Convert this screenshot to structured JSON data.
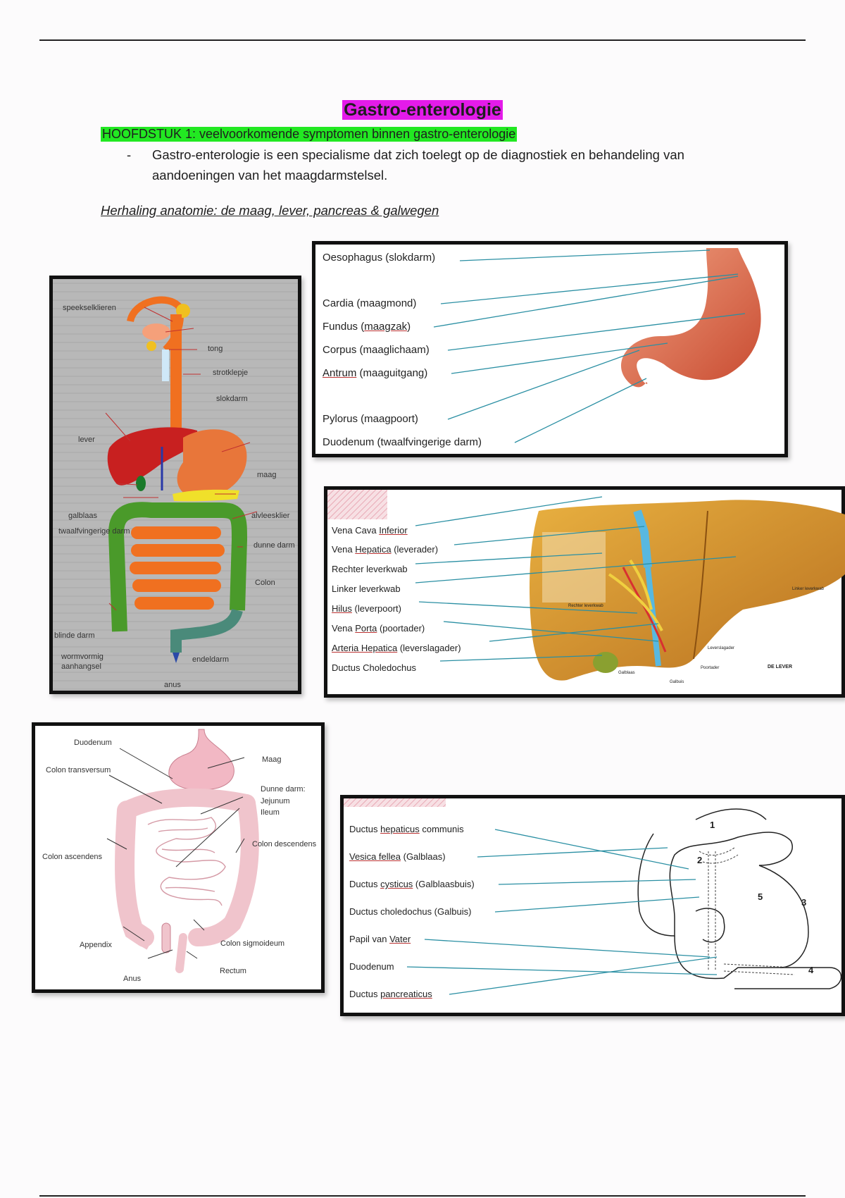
{
  "title": "Gastro-enterologie",
  "chapter": "HOOFDSTUK 1: veelvoorkomende symptomen binnen gastro-enterologie",
  "bullet": {
    "dash": "-",
    "text": "Gastro-enterologie is een specialisme dat zich toelegt op de diagnostiek en behandeling van aandoeningen van het maagdarmstelsel."
  },
  "subheading": "Herhaling anatomie: de maag, lever, pancreas & galwegen",
  "digestive": {
    "labels": [
      "speekselklieren",
      "tong",
      "strotklepje",
      "slokdarm",
      "lever",
      "maag",
      "galblaas",
      "alvleesklier",
      "twaalfvingerige darm",
      "dunne darm",
      "Colon",
      "blinde darm",
      "wormvormig",
      "aanhangsel",
      "endeldarm",
      "anus"
    ]
  },
  "stomach": {
    "labels": [
      {
        "pre": "Oesophagus (slokdarm)",
        "u": "",
        "post": ""
      },
      {
        "pre": "Cardia (maagmond)",
        "u": "",
        "post": ""
      },
      {
        "pre": "Fundus (",
        "u": "maagzak",
        "post": ")"
      },
      {
        "pre": "Corpus (maaglichaam)",
        "u": "",
        "post": ""
      },
      {
        "pre": "",
        "u": "Antrum",
        "post": " (maaguitgang)"
      },
      {
        "pre": "Pylorus (maagpoort)",
        "u": "",
        "post": ""
      },
      {
        "pre": "Duodenum (twaalfvingerige darm)",
        "u": "",
        "post": ""
      }
    ]
  },
  "liver": {
    "labels": [
      {
        "pre": "Vena Cava ",
        "u": "Inferior",
        "post": ""
      },
      {
        "pre": "Vena ",
        "u": "Hepatica",
        "post": " (leverader)"
      },
      {
        "pre": "Rechter leverkwab",
        "u": "",
        "post": ""
      },
      {
        "pre": "Linker leverkwab",
        "u": "",
        "post": ""
      },
      {
        "pre": "",
        "u": "Hilus",
        "post": " (leverpoort)"
      },
      {
        "pre": "Vena ",
        "u": "Porta",
        "post": " (poortader)"
      },
      {
        "pre": "",
        "u": "Arteria Hepatica",
        "post": " (leverslagader)"
      },
      {
        "pre": "Ductus Choledochus",
        "u": "",
        "post": ""
      }
    ],
    "image_labels": [
      "Rechter leverkwab",
      "Linker leverkwab",
      "Leverslagader",
      "Poortader",
      "Galblaas",
      "Galbuis",
      "DE LEVER"
    ]
  },
  "intestine": {
    "labels": [
      "Duodenum",
      "Maag",
      "Colon transversum",
      "Dunne darm:",
      "Jejunum",
      "Ileum",
      "Colon ascendens",
      "Colon descendens",
      "Appendix",
      "Colon sigmoideum",
      "Anus",
      "Rectum"
    ]
  },
  "bile": {
    "labels": [
      {
        "pre": "Ductus ",
        "u": "hepaticus",
        "post": " communis"
      },
      {
        "pre": "",
        "u": "Vesica fellea",
        "post": " (Galblaas)"
      },
      {
        "pre": "Ductus ",
        "u": "cysticus",
        "post": " (Galblaasbuis)"
      },
      {
        "pre": "Ductus choledochus (Galbuis)",
        "u": "",
        "post": ""
      },
      {
        "pre": "Papil van ",
        "u": "Vater",
        "post": ""
      },
      {
        "pre": "Duodenum",
        "u": "",
        "post": ""
      },
      {
        "pre": "Ductus ",
        "u": "pancreaticus",
        "post": ""
      }
    ],
    "numbers": [
      "1",
      "2",
      "3",
      "4",
      "5"
    ]
  },
  "colors": {
    "title_highlight": "#e41bea",
    "chapter_highlight": "#22e822",
    "leader_line": "#2a8fa3"
  }
}
